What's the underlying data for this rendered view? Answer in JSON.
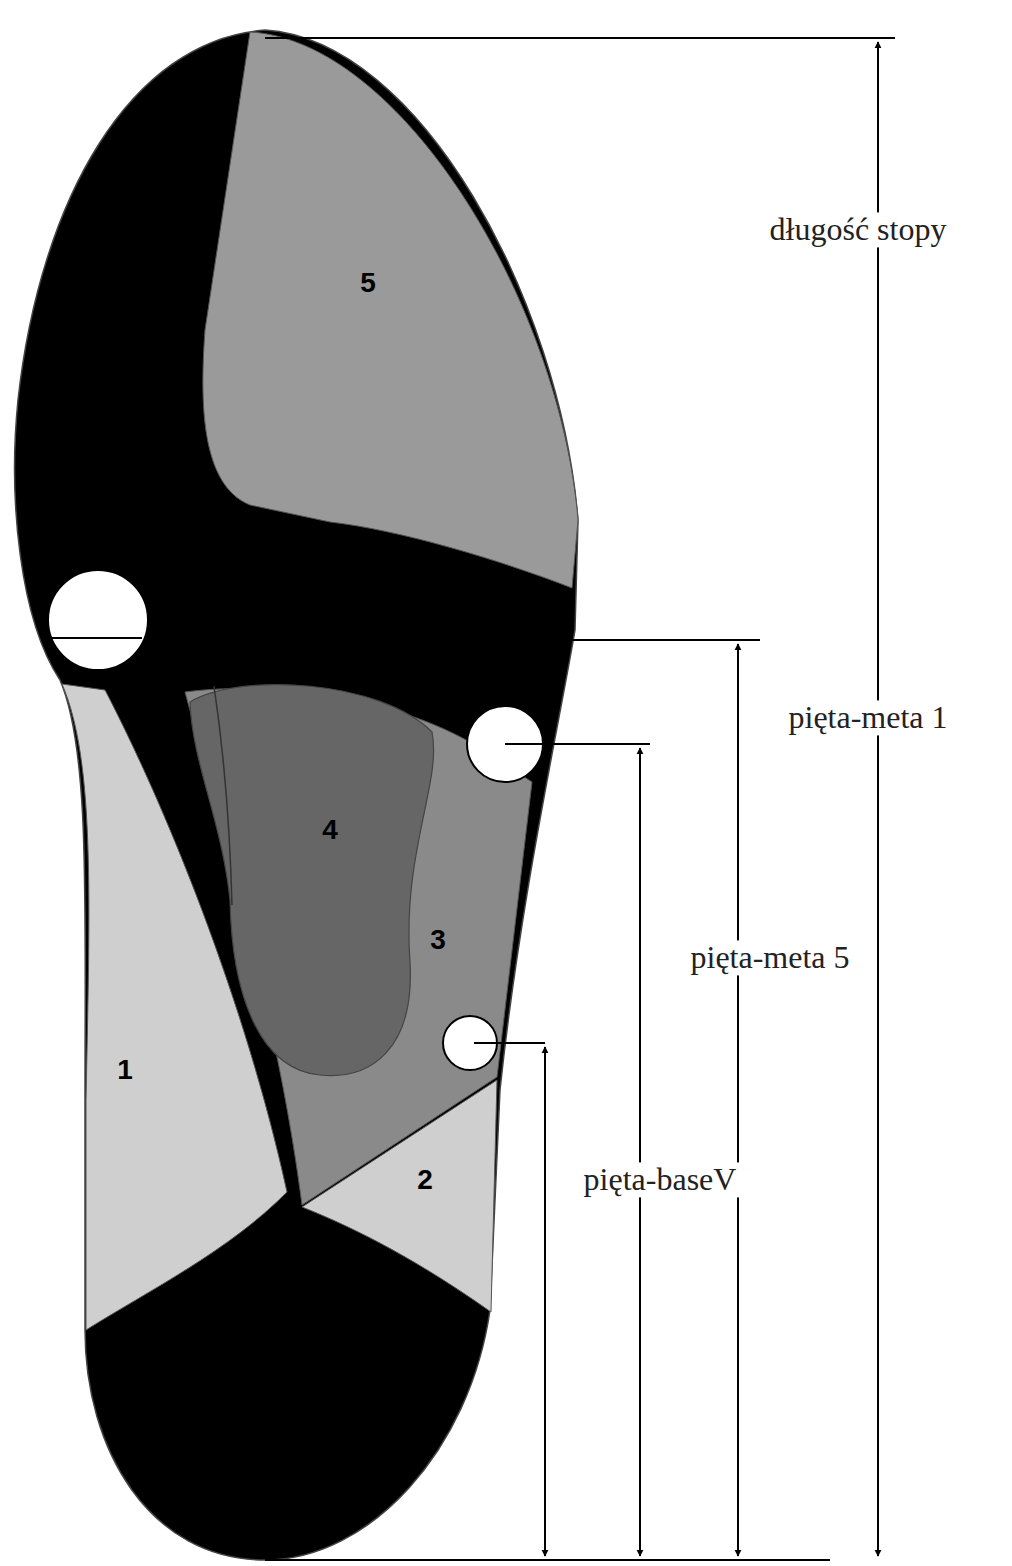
{
  "diagram": {
    "labels": [
      "5",
      "4",
      "3",
      "1",
      "2",
      "długość stopy",
      "pięta-meta 1",
      "pięta-meta 5",
      "pięta-baseV"
    ]
  }
}
